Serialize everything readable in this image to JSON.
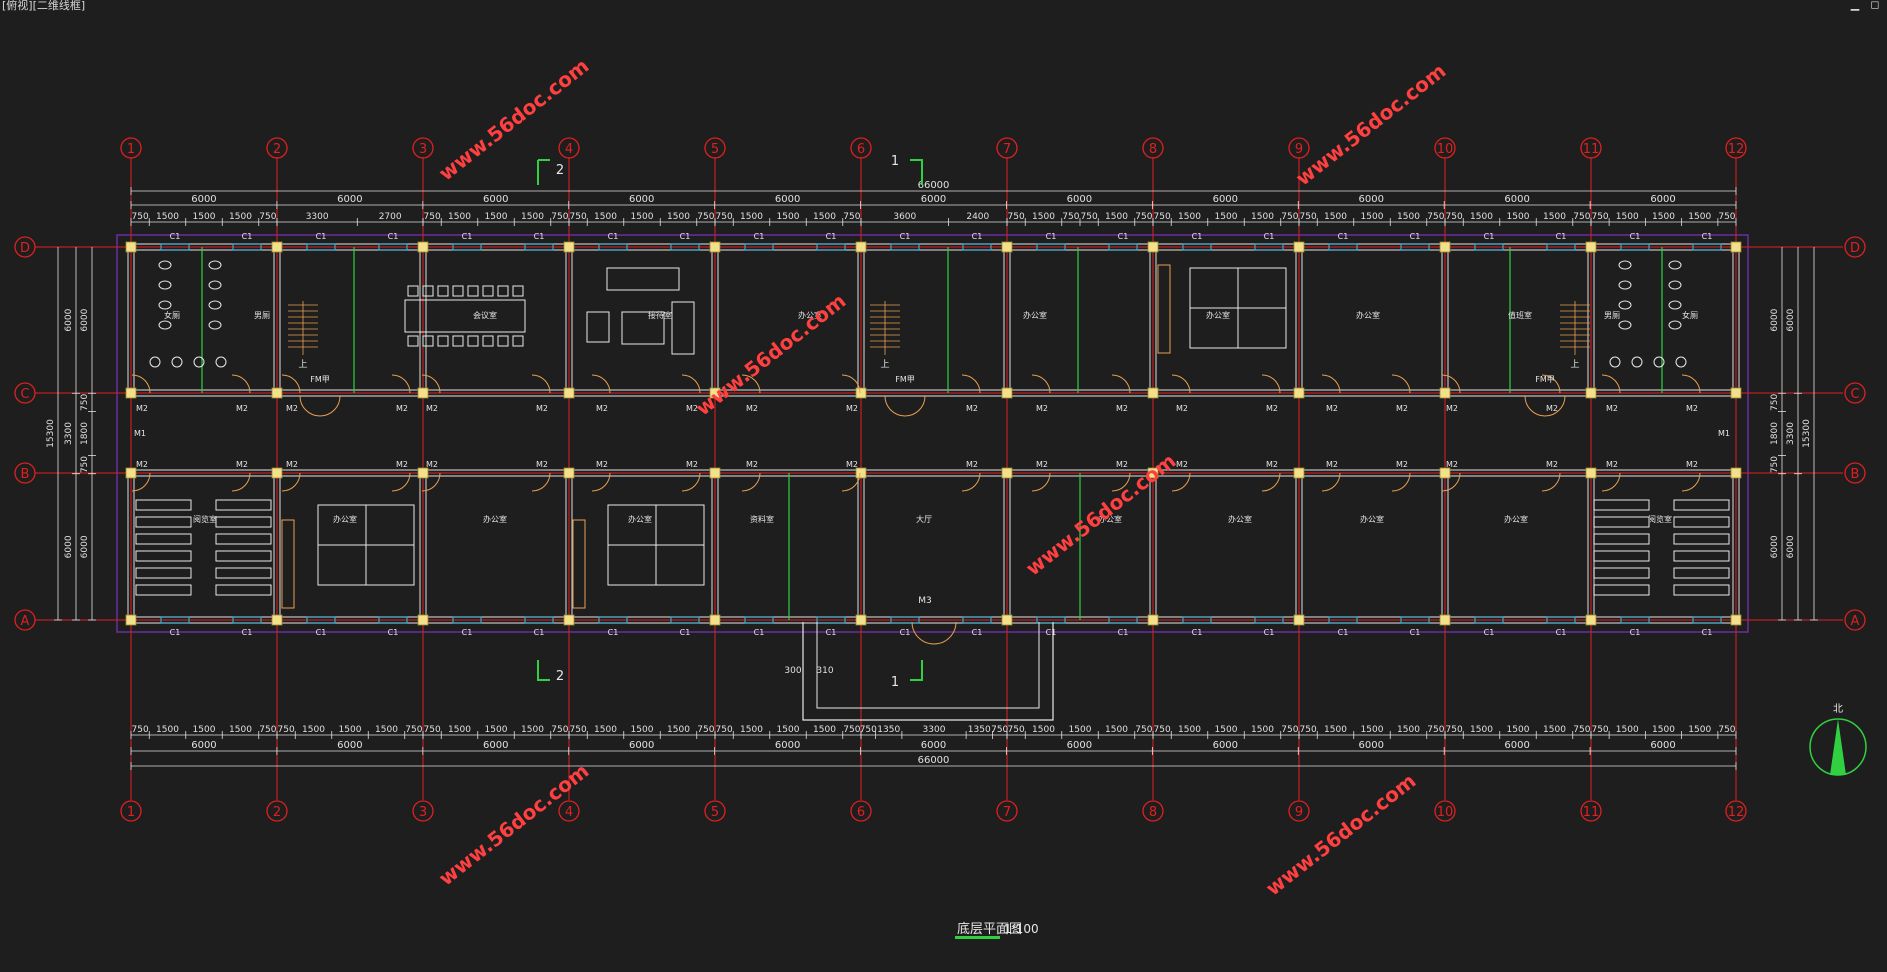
{
  "window": {
    "title": "[俯视][二维线框]",
    "minimize_glyph": "▁",
    "restore_glyph": "◻"
  },
  "colors": {
    "background": "#1e1e1e",
    "axis": "#e02020",
    "wall": "#bdbdbd",
    "white_line": "#e8e8e8",
    "dimension": "#e0e0e0",
    "door": "#e8a050",
    "green": "#30d040",
    "cyan": "#3fa7c9",
    "column": "#f3e08a",
    "purple": "#6a2ea0",
    "watermark": "#ff4040",
    "label": "#e6e6e6"
  },
  "drawing": {
    "title": "底层平面图",
    "scale": "1:100",
    "total_length": "66000",
    "total_width": "15300",
    "col_axes": [
      "1",
      "2",
      "3",
      "4",
      "5",
      "6",
      "7",
      "8",
      "9",
      "10",
      "11",
      "12"
    ],
    "row_axes": [
      "D",
      "C",
      "B",
      "A"
    ],
    "top_bay_dims": [
      "6000",
      "6000",
      "6000",
      "6000",
      "6000",
      "6000",
      "6000",
      "6000",
      "6000",
      "6000",
      "6000"
    ],
    "bottom_bay_dims": [
      "6000",
      "6000",
      "6000",
      "6000",
      "6000",
      "6000",
      "6000",
      "6000",
      "6000",
      "6000",
      "6000"
    ],
    "top_fine_dims": [
      [
        "750",
        "1500",
        "1500",
        "1500",
        "750"
      ],
      [
        "3300",
        "2700"
      ],
      [
        "750",
        "1500",
        "1500",
        "1500",
        "750"
      ],
      [
        "750",
        "1500",
        "1500",
        "1500",
        "750"
      ],
      [
        "750",
        "1500",
        "1500",
        "1500",
        "750"
      ],
      [
        "3600",
        "2400"
      ],
      [
        "750",
        "1500",
        "750",
        "750",
        "1500",
        "750"
      ],
      [
        "750",
        "1500",
        "1500",
        "1500",
        "750"
      ],
      [
        "750",
        "1500",
        "1500",
        "1500",
        "750"
      ],
      [
        "750",
        "1500",
        "1500",
        "1500",
        "750"
      ],
      [
        "750",
        "1500",
        "1500",
        "1500",
        "750"
      ]
    ],
    "bottom_fine_dims": [
      [
        "750",
        "1500",
        "1500",
        "1500",
        "750"
      ],
      [
        "750",
        "1500",
        "1500",
        "1500",
        "750"
      ],
      [
        "750",
        "1500",
        "1500",
        "1500",
        "750"
      ],
      [
        "750",
        "1500",
        "1500",
        "1500",
        "750"
      ],
      [
        "750",
        "1500",
        "1500",
        "1500",
        "750"
      ],
      [
        "750",
        "1350",
        "3300",
        "1350",
        "750"
      ],
      [
        "750",
        "1500",
        "1500",
        "1500",
        "750"
      ],
      [
        "750",
        "1500",
        "1500",
        "1500",
        "750"
      ],
      [
        "750",
        "1500",
        "1500",
        "1500",
        "750"
      ],
      [
        "750",
        "1500",
        "1500",
        "1500",
        "750"
      ],
      [
        "750",
        "1500",
        "1500",
        "1500",
        "750"
      ]
    ],
    "side_dims": [
      "6000",
      "750",
      "1800",
      "750",
      "6000"
    ],
    "side_dims_b": [
      "6000",
      "3300",
      "6000"
    ],
    "porch_dims": [
      "300",
      "310"
    ],
    "section_labels": {
      "s1_top": "1",
      "s2_top": "2",
      "s1_bottom": "1",
      "s2_bottom": "2"
    },
    "window_tag": "C1",
    "door_tag": "M2",
    "door_m1": "M1",
    "door_m3": "M3",
    "fire_door": "FM甲",
    "stair_up": "上",
    "north_label": "北",
    "rooms_top": [
      "女厕",
      "男厕",
      "会议室",
      "接待室",
      "办公室",
      "办公室",
      "办公室",
      "办公室",
      "值班室",
      "男厕",
      "女厕"
    ],
    "rooms_bottom": [
      "阅览室",
      "办公室",
      "办公室",
      "办公室",
      "资料室",
      "大厅",
      "办公室",
      "办公室",
      "办公室",
      "办公室",
      "阅览室"
    ]
  },
  "watermarks": [
    "www.56doc.com",
    "www.56doc.com",
    "www.56doc.com",
    "www.56doc.com",
    "www.56doc.com",
    "www.56doc.com",
    "www.56doc.com"
  ]
}
